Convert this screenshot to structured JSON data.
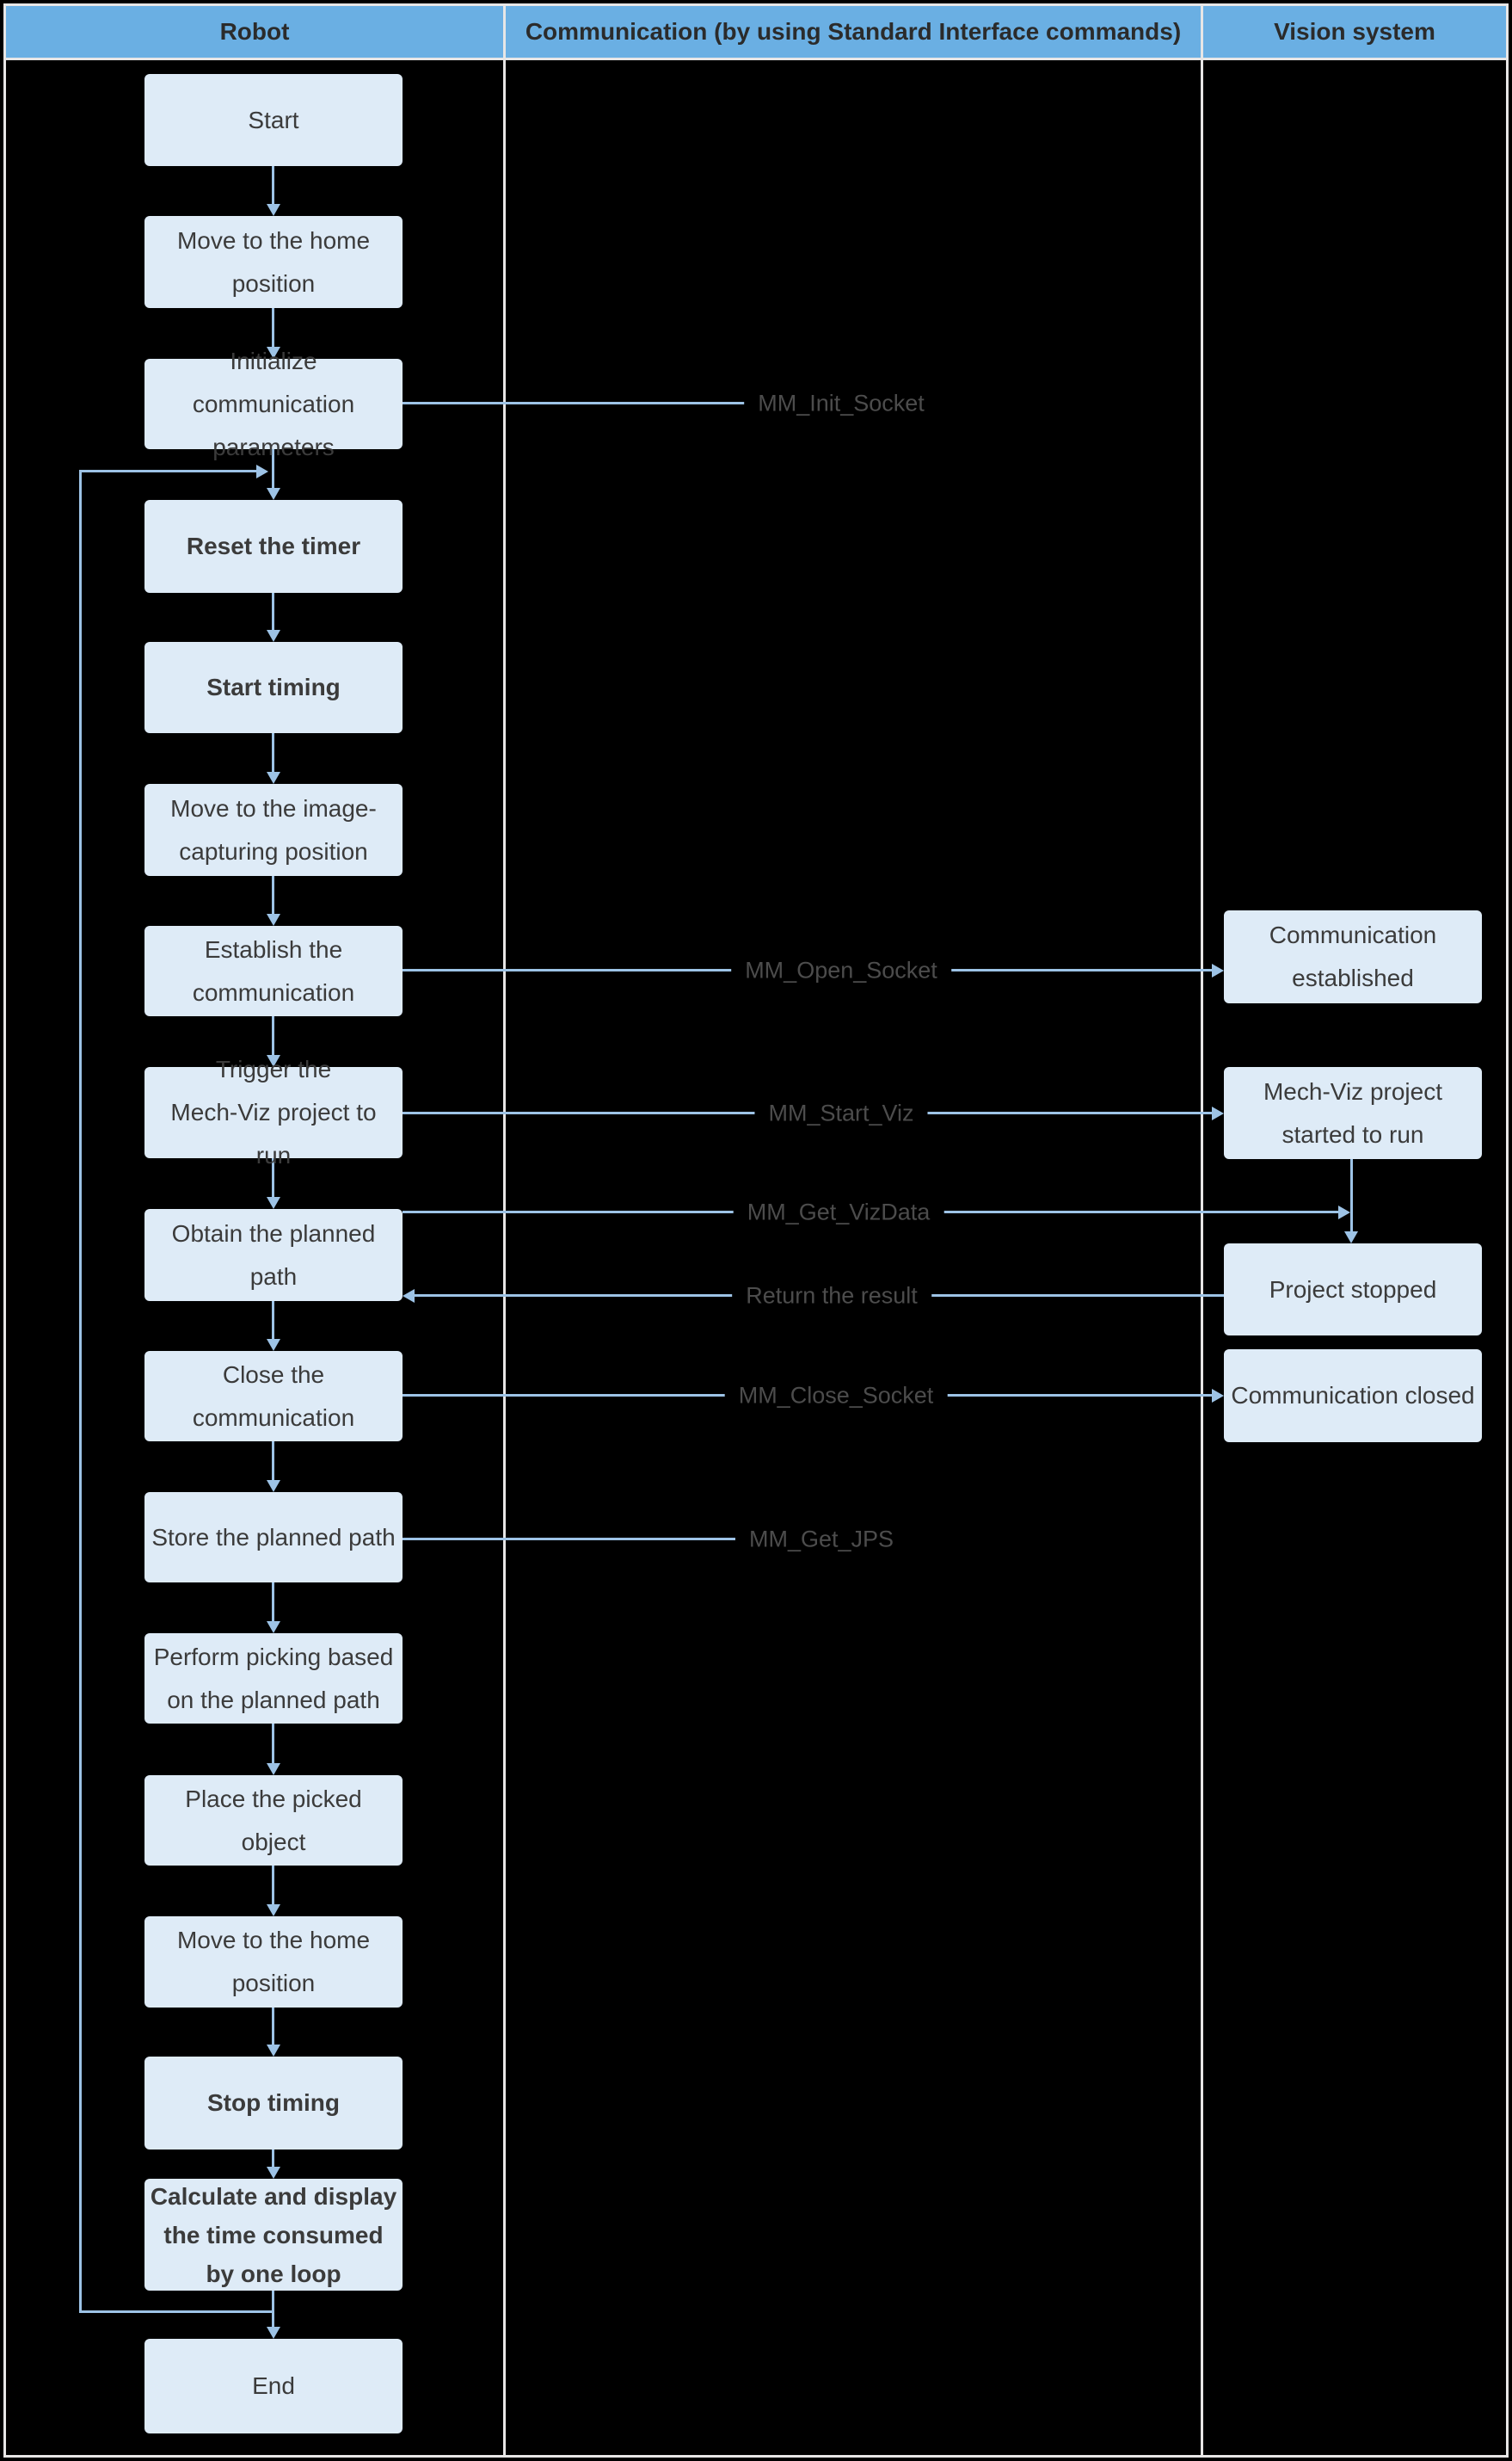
{
  "header": {
    "columns": [
      {
        "label": "Robot"
      },
      {
        "label": "Communication (by using Standard Interface commands)"
      },
      {
        "label": "Vision system"
      }
    ]
  },
  "robot_steps": [
    {
      "label": "Start"
    },
    {
      "label": "Move to the home\nposition"
    },
    {
      "label": "Initialize\ncommunication\nparameters"
    },
    {
      "label": "Reset the timer"
    },
    {
      "label": "Start timing"
    },
    {
      "label": "Move to the image-\ncapturing position"
    },
    {
      "label": "Establish the\ncommunication"
    },
    {
      "label": "Trigger the\nMech-Viz project to\nrun"
    },
    {
      "label": "Obtain the planned\npath"
    },
    {
      "label": "Close the\ncommunication"
    },
    {
      "label": "Store the planned path"
    },
    {
      "label": "Perform picking based\non the planned path"
    },
    {
      "label": "Place the picked\nobject"
    },
    {
      "label": "Move to the home\nposition"
    },
    {
      "label": "Stop timing"
    },
    {
      "label": "Calculate and display\nthe time consumed\nby one loop"
    },
    {
      "label": "End"
    }
  ],
  "commands": [
    {
      "label": "MM_Init_Socket"
    },
    {
      "label": "MM_Open_Socket"
    },
    {
      "label": "MM_Start_Viz"
    },
    {
      "label": "MM_Get_VizData"
    },
    {
      "label": "Return the result"
    },
    {
      "label": "MM_Close_Socket"
    },
    {
      "label": "MM_Get_JPS"
    }
  ],
  "vision_events": [
    {
      "label": "Communication\nestablished"
    },
    {
      "label": "Mech-Viz project\nstarted to run"
    },
    {
      "label": "Project stopped"
    },
    {
      "label": "Communication closed"
    }
  ],
  "colors": {
    "background": "#000000",
    "header_bg": "#6aafe3",
    "header_text": "#2b2b2b",
    "box_fill": "#deebf7",
    "box_text": "#3b3b3b",
    "command_text": "#4c4c4c",
    "connector_blue": "#9dc3e6",
    "grid_border": "#e7e6e6"
  }
}
